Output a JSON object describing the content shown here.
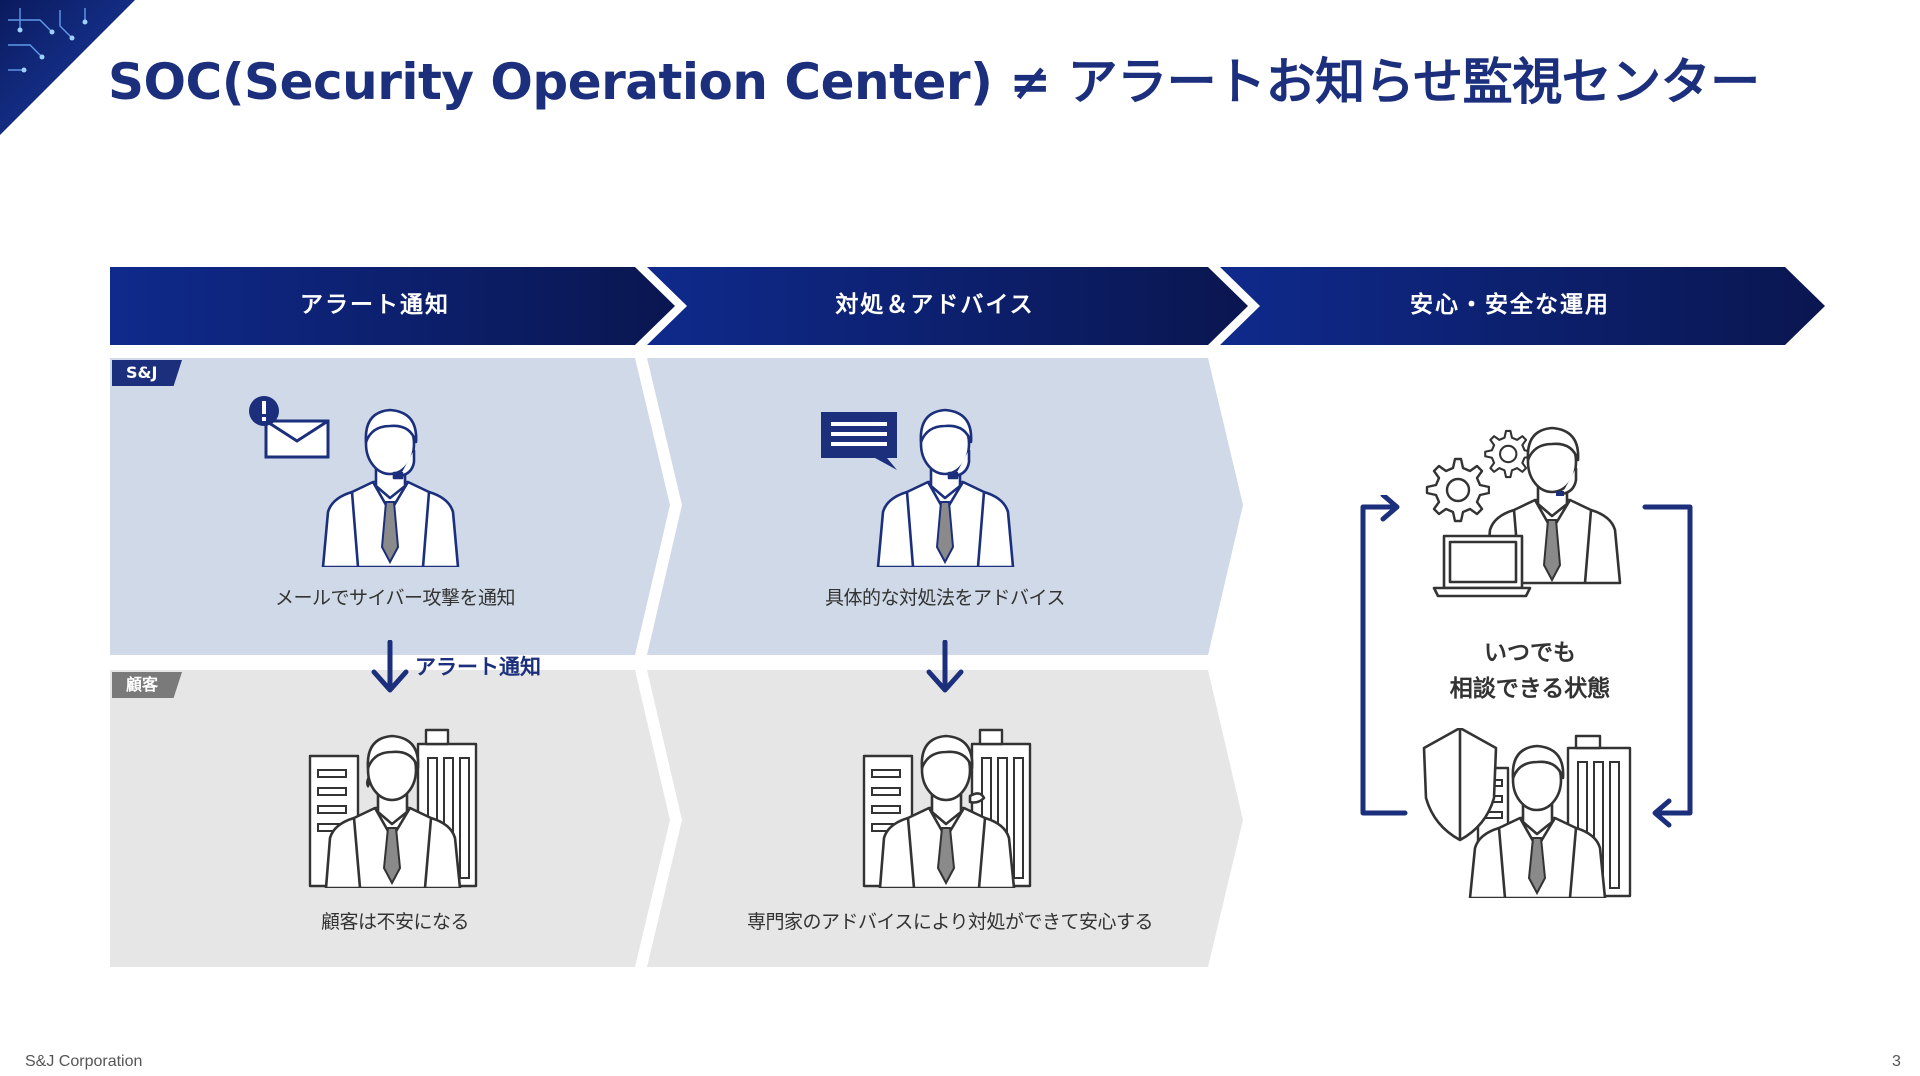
{
  "title": "SOC(Security Operation Center) ≠ アラートお知らせ監視センター",
  "stages": [
    "アラート通知",
    "対処＆アドバイス",
    "安心・安全な運用"
  ],
  "tags": {
    "provider": "S&J",
    "customer": "顧客"
  },
  "captions": {
    "provider_alert": "メールでサイバー攻撃を通知",
    "provider_advice": "具体的な対処法をアドバイス",
    "customer_alert": "顧客は不安になる",
    "customer_advice": "専門家のアドバイスにより対処ができて安心する"
  },
  "notice_label": "アラート通知",
  "result": {
    "line1": "いつでも",
    "line2": "相談できる状態"
  },
  "footer": "S&J Corporation",
  "page_number": "3",
  "colors": {
    "navy": "#1b2f7d",
    "navy_dark": "#0c1a52",
    "provider_bg": "#cfd9e7",
    "customer_bg": "#e6e6e6",
    "tag_provider": "#1b2f7d",
    "tag_customer": "#7a7a7a"
  }
}
